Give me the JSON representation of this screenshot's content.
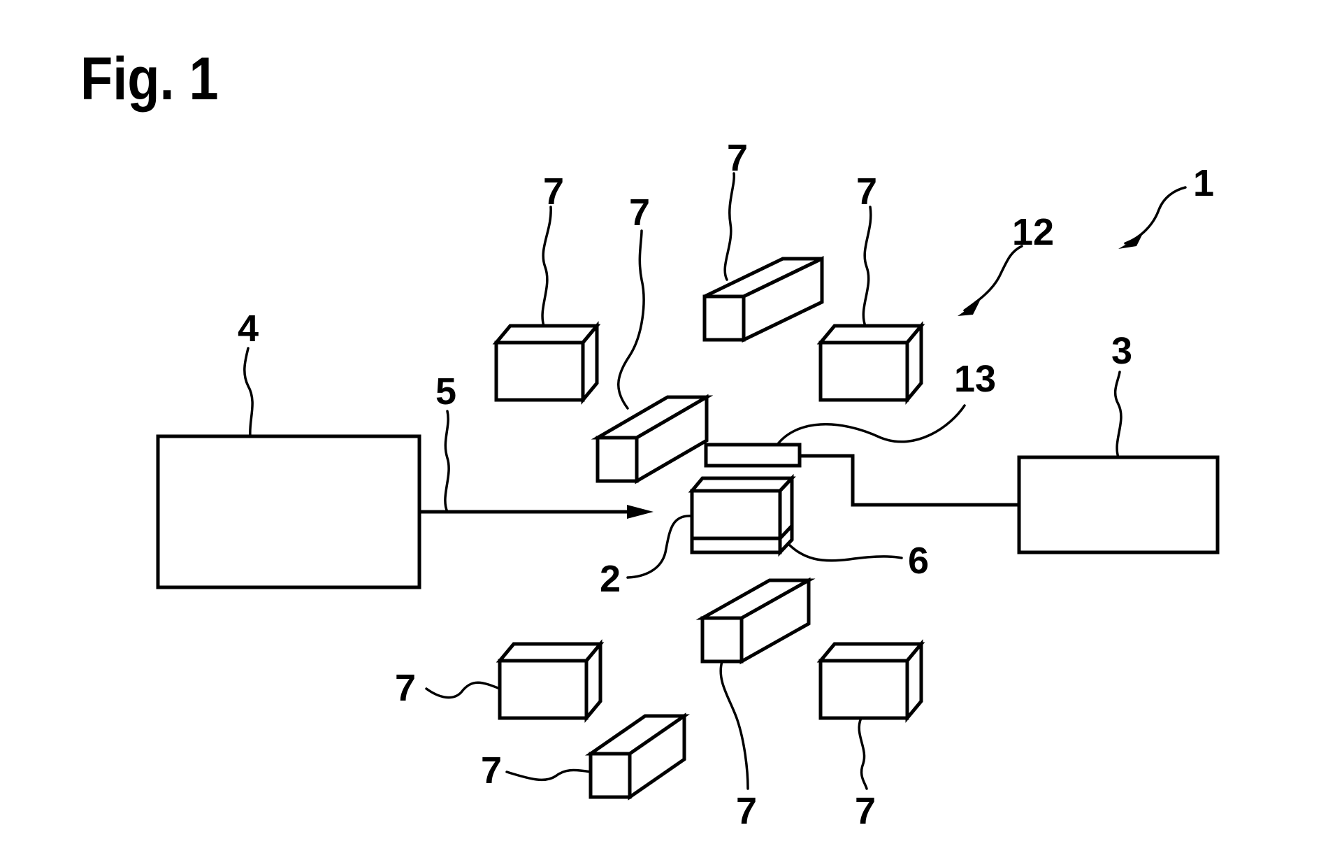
{
  "figure": {
    "title": "Fig. 1",
    "labels": {
      "system": "1",
      "component_2": "2",
      "component_3": "3",
      "component_4": "4",
      "arrow_5": "5",
      "component_6": "6",
      "object_7": "7",
      "group_12": "12",
      "component_13": "13"
    }
  }
}
